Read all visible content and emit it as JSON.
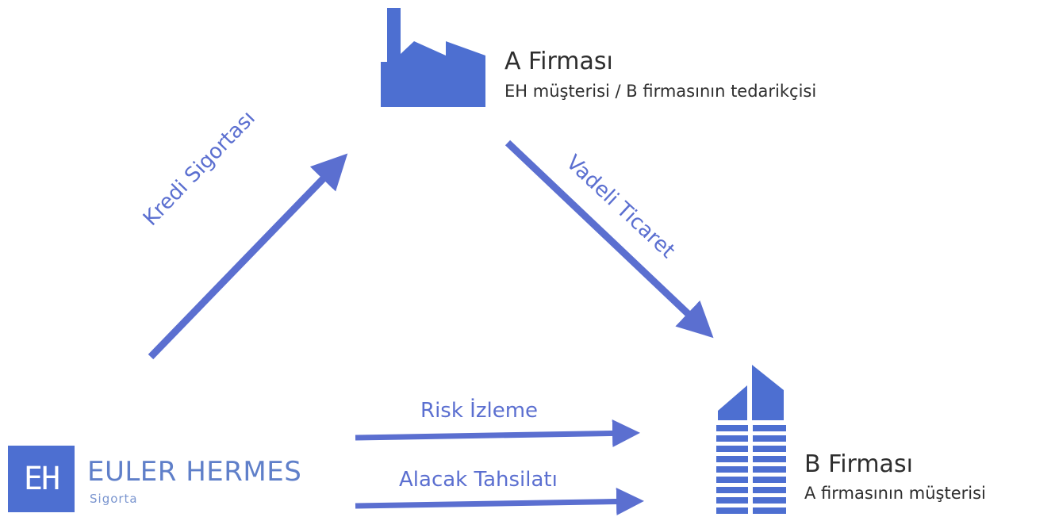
{
  "colors": {
    "accent": "#4d6fd1",
    "arrow": "#5b6fd0",
    "text": "#2e2e2e"
  },
  "company_a": {
    "icon": "factory-icon",
    "title": "A Firması",
    "subtitle": "EH müşterisi / B firmasının tedarikçisi"
  },
  "company_b": {
    "icon": "office-building-icon",
    "title": "B Firması",
    "subtitle": "A firmasının müşterisi"
  },
  "insurer": {
    "logo_mark": "EH",
    "name": "EULER HERMES",
    "subname": "Sigorta"
  },
  "arrows": {
    "credit_insurance": "Kredi Sigortası",
    "forward_trade": "Vadeli Ticaret",
    "risk_monitoring": "Risk İzleme",
    "receivables_collection": "Alacak Tahsilatı"
  }
}
